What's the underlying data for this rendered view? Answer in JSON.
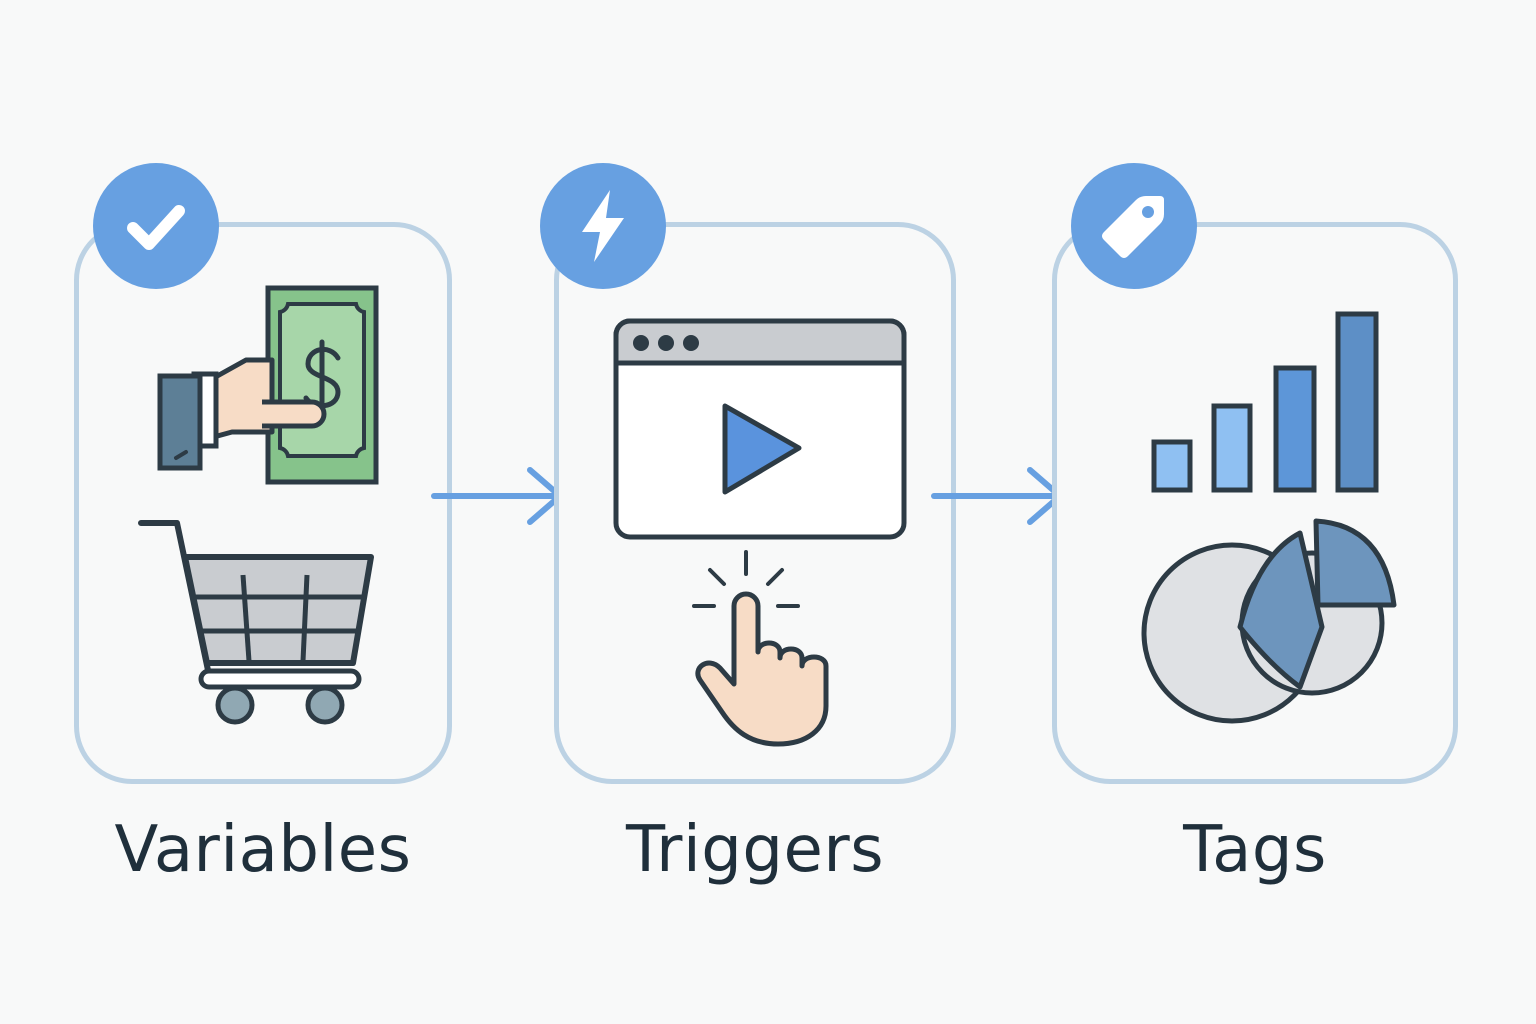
{
  "steps": [
    {
      "label": "Variables",
      "badge_icon": "check-icon",
      "illustration_icons": [
        "hand-with-money-icon",
        "shopping-cart-icon"
      ]
    },
    {
      "label": "Triggers",
      "badge_icon": "lightning-bolt-icon",
      "illustration_icons": [
        "video-player-window-icon",
        "pointing-hand-click-icon"
      ]
    },
    {
      "label": "Tags",
      "badge_icon": "price-tag-icon",
      "illustration_icons": [
        "bar-chart-icon",
        "pie-chart-icon"
      ]
    }
  ],
  "connectors": [
    "arrow-right-icon",
    "arrow-right-icon"
  ],
  "colors": {
    "background": "#f8f9f9",
    "card_border": "#bcd2e4",
    "accent_blue": "#67a0e1",
    "outline": "#2d3b45",
    "money_green": "#86c38b",
    "skin": "#f7dcc6",
    "gray": "#c9ccd0"
  }
}
